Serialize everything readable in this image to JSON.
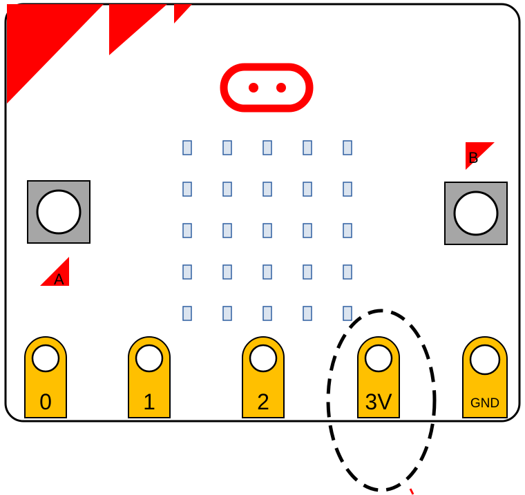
{
  "board": {
    "button_a_label": "A",
    "button_b_label": "B"
  },
  "pins": [
    {
      "label": "0"
    },
    {
      "label": "1"
    },
    {
      "label": "2"
    },
    {
      "label": "3V"
    },
    {
      "label": "GND"
    }
  ],
  "led_matrix": {
    "rows": 5,
    "cols": 5
  },
  "highlighted_pin": "3V",
  "colors": {
    "board_outline": "#000000",
    "corner_marks": "#ff0000",
    "logo": "#ff0000",
    "pin_fill": "#ffc000",
    "led_fill": "#dbe4ef",
    "led_stroke": "#2e5fa0",
    "button_housing": "#a6a6a6",
    "highlight_outline": "#000000"
  }
}
